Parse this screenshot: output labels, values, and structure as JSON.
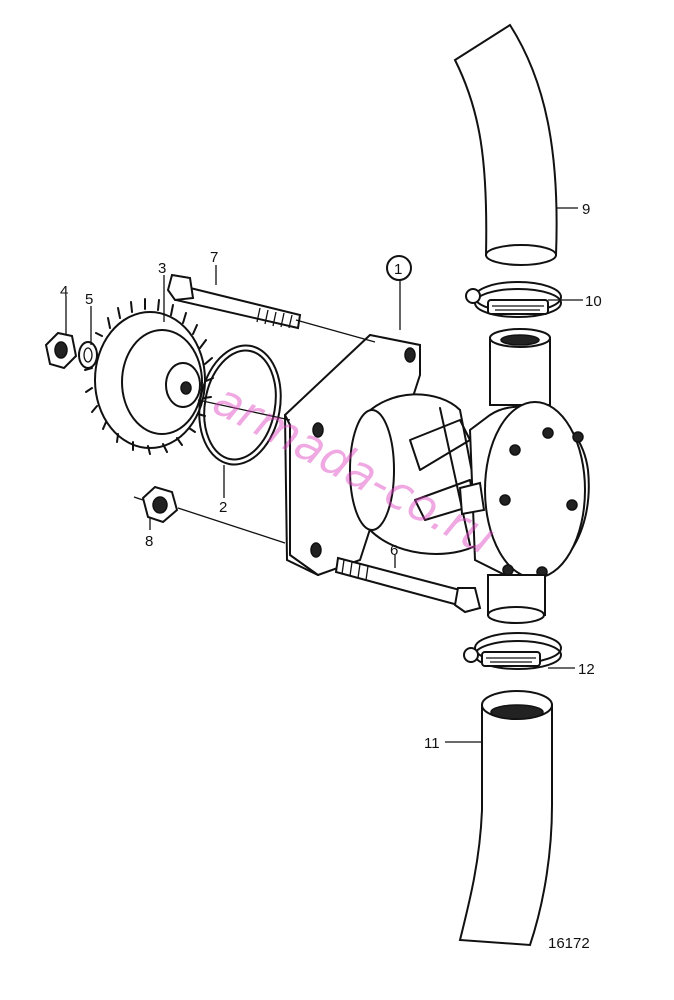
{
  "labels": {
    "l1": "1",
    "l2": "2",
    "l3": "3",
    "l4": "4",
    "l5": "5",
    "l6": "6",
    "l7": "7",
    "l8": "8",
    "l9": "9",
    "l10": "10",
    "l11": "11",
    "l12": "12"
  },
  "reference_number": "16172",
  "watermark": "armada-co.ru"
}
